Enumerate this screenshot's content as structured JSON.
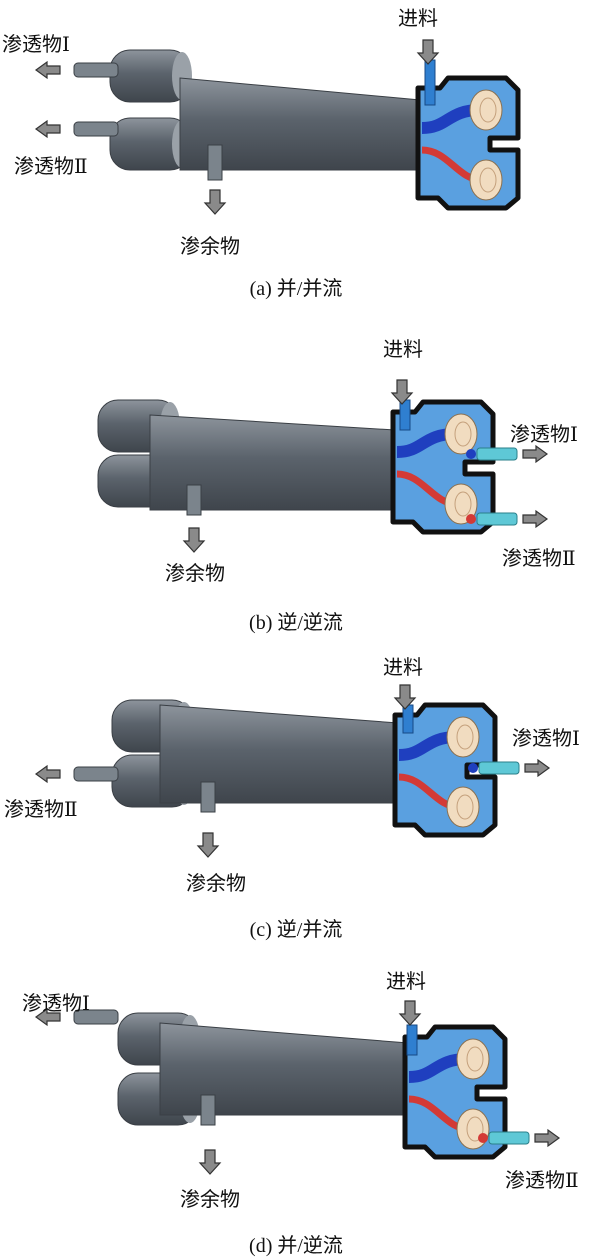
{
  "figure": {
    "panels": [
      {
        "caption": "(a) 并/并流",
        "labels": {
          "feed": "进料",
          "permeate1": "渗透物Ⅰ",
          "permeate2": "渗透物Ⅱ",
          "retentate": "渗余物"
        },
        "permeate1_side": "left",
        "permeate2_side": "left",
        "colors": {
          "body": "#5b636c",
          "feed": "#1f3fbf",
          "permeate1": "#2a5bd8",
          "permeate2": "#d33a36",
          "outlet": "#5ec8d6",
          "cap": "#f1dcc0"
        }
      },
      {
        "caption": "(b) 逆/逆流",
        "labels": {
          "feed": "进料",
          "permeate1": "渗透物Ⅰ",
          "permeate2": "渗透物Ⅱ",
          "retentate": "渗余物"
        },
        "permeate1_side": "right",
        "permeate2_side": "right",
        "colors": {
          "body": "#5b636c",
          "feed": "#1f3fbf",
          "permeate1": "#2a5bd8",
          "permeate2": "#d33a36",
          "outlet": "#5ec8d6",
          "cap": "#f1dcc0"
        }
      },
      {
        "caption": "(c) 逆/并流",
        "labels": {
          "feed": "进料",
          "permeate1": "渗透物Ⅰ",
          "permeate2": "渗透物Ⅱ",
          "retentate": "渗余物"
        },
        "permeate1_side": "right",
        "permeate2_side": "left",
        "colors": {
          "body": "#5b636c",
          "feed": "#1f3fbf",
          "permeate1": "#2a5bd8",
          "permeate2": "#d33a36",
          "outlet": "#5ec8d6",
          "cap": "#f1dcc0"
        }
      },
      {
        "caption": "(d) 并/逆流",
        "labels": {
          "feed": "进料",
          "permeate1": "渗透物Ⅰ",
          "permeate2": "渗透物Ⅱ",
          "retentate": "渗余物"
        },
        "permeate1_side": "left",
        "permeate2_side": "right",
        "colors": {
          "body": "#5b636c",
          "feed": "#1f3fbf",
          "permeate1": "#2a5bd8",
          "permeate2": "#d33a36",
          "outlet": "#5ec8d6",
          "cap": "#f1dcc0"
        }
      }
    ]
  }
}
